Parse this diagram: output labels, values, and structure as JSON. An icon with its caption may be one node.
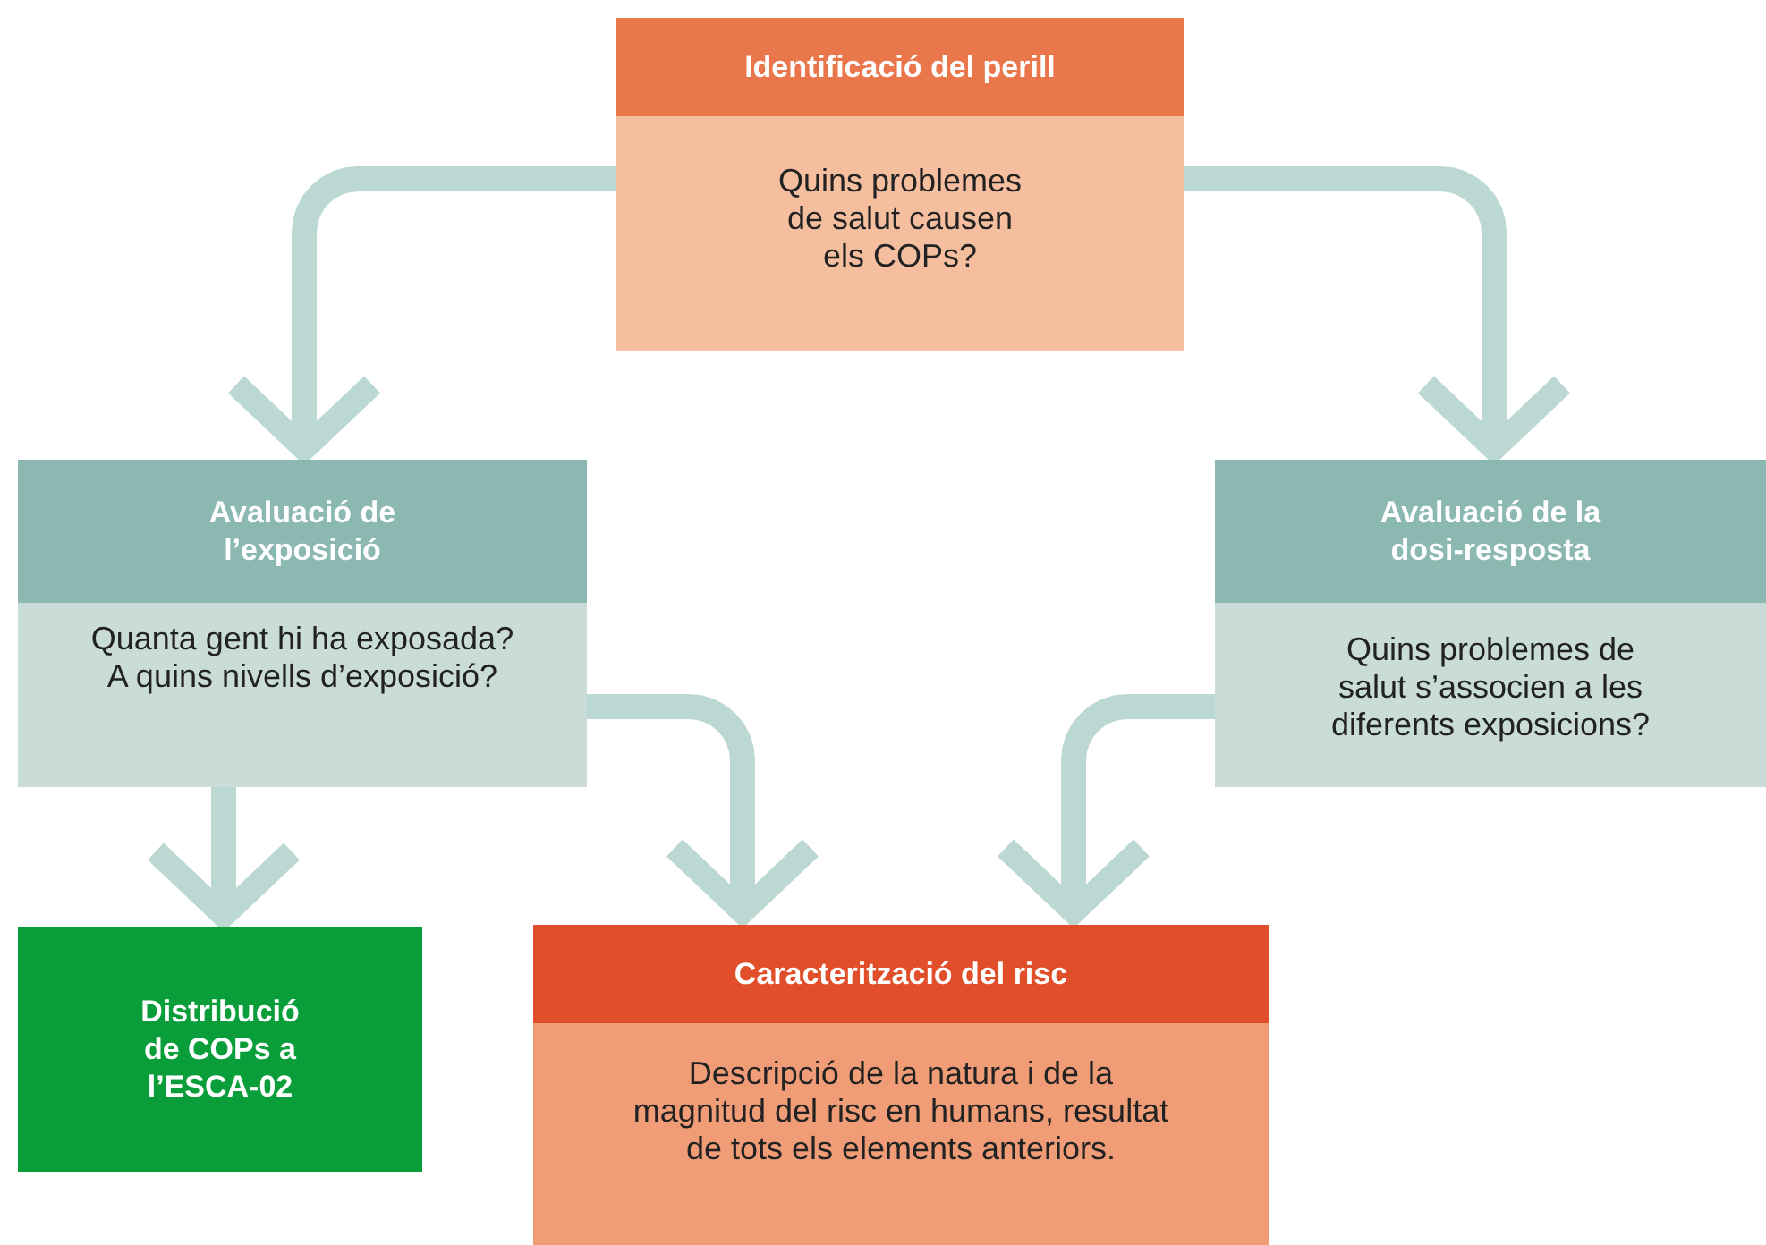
{
  "diagram": {
    "nodes": [
      {
        "text": [
          "Identificació del perill",
          "Quins problemes de salut causen els COPs?"
        ]
      },
      {
        "text": [
          "Avaluació de l’exposició",
          "Quanta gent hi ha exposada? A quins nivells d’exposició?"
        ]
      },
      {
        "text": [
          "Avaluació de la dosi-resposta",
          "Quins problemes de salut s’associen a les diferents exposicions?"
        ]
      },
      {
        "text": [
          "Distribució de COPs a l’ESCA-02"
        ]
      },
      {
        "text": [
          "Caracterització del risc",
          "Descripció de la natura i de la magnitud del risc en humans, resultat de tots els elements anteriors."
        ]
      }
    ],
    "edges": [
      {
        "from": 0,
        "to": 1,
        "arrow": "to"
      },
      {
        "from": 0,
        "to": 2,
        "arrow": "to"
      },
      {
        "from": 1,
        "to": 3,
        "arrow": "to"
      },
      {
        "from": 1,
        "to": 4,
        "arrow": "to"
      },
      {
        "from": 2,
        "to": 4,
        "arrow": "to"
      }
    ]
  }
}
